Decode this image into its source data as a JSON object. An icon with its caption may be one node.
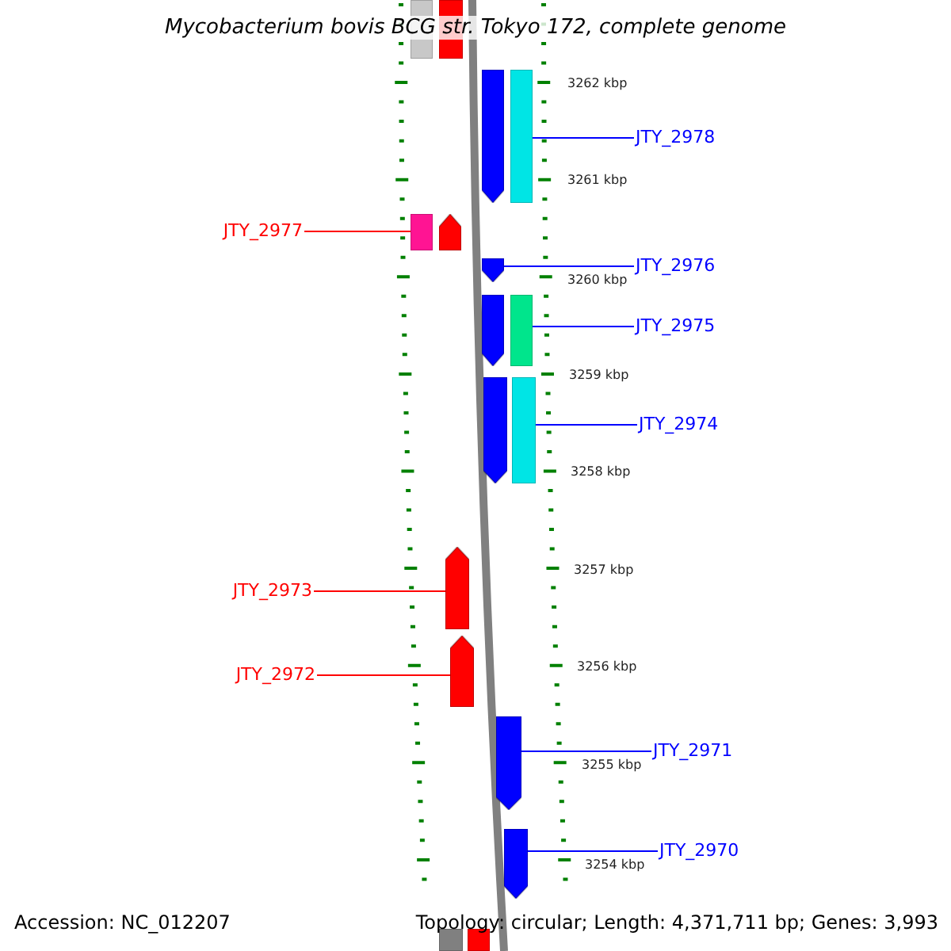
{
  "diagram": {
    "title": "Mycobacterium bovis BCG str. Tokyo 172, complete genome",
    "nodes": [
      {
        "text": [],
        "shape": "bar"
      },
      {
        "text": [],
        "shape": "bar"
      },
      {
        "text": [],
        "shape": "arrow"
      },
      {
        "text": [],
        "shape": "bar"
      },
      {
        "text": [
          "JTY_2978"
        ]
      },
      {
        "text": [
          "JTY_2977"
        ]
      },
      {
        "text": [],
        "shape": "bar"
      },
      {
        "text": [],
        "shape": "arrow"
      },
      {
        "text": [],
        "shape": "arrow"
      },
      {
        "text": [
          "JTY_2976"
        ]
      },
      {
        "text": [],
        "shape": "arrow"
      },
      {
        "text": [],
        "shape": "bar"
      },
      {
        "text": [
          "JTY_2975"
        ]
      },
      {
        "text": [],
        "shape": "arrow"
      },
      {
        "text": [],
        "shape": "bar"
      },
      {
        "text": [
          "JTY_2974"
        ]
      },
      {
        "text": [
          "JTY_2973"
        ]
      },
      {
        "text": [],
        "shape": "arrow"
      },
      {
        "text": [
          "JTY_2972"
        ]
      },
      {
        "text": [],
        "shape": "arrow"
      },
      {
        "text": [],
        "shape": "arrow"
      },
      {
        "text": [
          "JTY_2971"
        ]
      },
      {
        "text": [],
        "shape": "arrow"
      },
      {
        "text": [
          "JTY_2970"
        ]
      },
      {
        "text": [],
        "shape": "bar"
      },
      {
        "text": [],
        "shape": "bar"
      }
    ],
    "edges": [
      {
        "from": 4,
        "to": 3,
        "arrow": "none"
      },
      {
        "from": 5,
        "to": 6,
        "arrow": "none",
        "color": "#ff0000"
      },
      {
        "from": 9,
        "to": 8,
        "arrow": "none"
      },
      {
        "from": 12,
        "to": 11,
        "arrow": "none"
      },
      {
        "from": 15,
        "to": 14,
        "arrow": "none"
      },
      {
        "from": 16,
        "to": 17,
        "arrow": "none",
        "color": "#ff0000"
      },
      {
        "from": 18,
        "to": 19,
        "arrow": "none",
        "color": "#ff0000"
      },
      {
        "from": 21,
        "to": 20,
        "arrow": "none"
      },
      {
        "from": 23,
        "to": 22,
        "arrow": "none"
      }
    ],
    "labels": [
      "3262 kbp",
      "3261 kbp",
      "3260 kbp",
      "3259 kbp",
      "3258 kbp",
      "3257 kbp",
      "3256 kbp",
      "3255 kbp",
      "3254 kbp",
      "Accession: NC_012207",
      "Topology: circular; Length: 4,371,711 bp; Genes: 3,993"
    ]
  }
}
